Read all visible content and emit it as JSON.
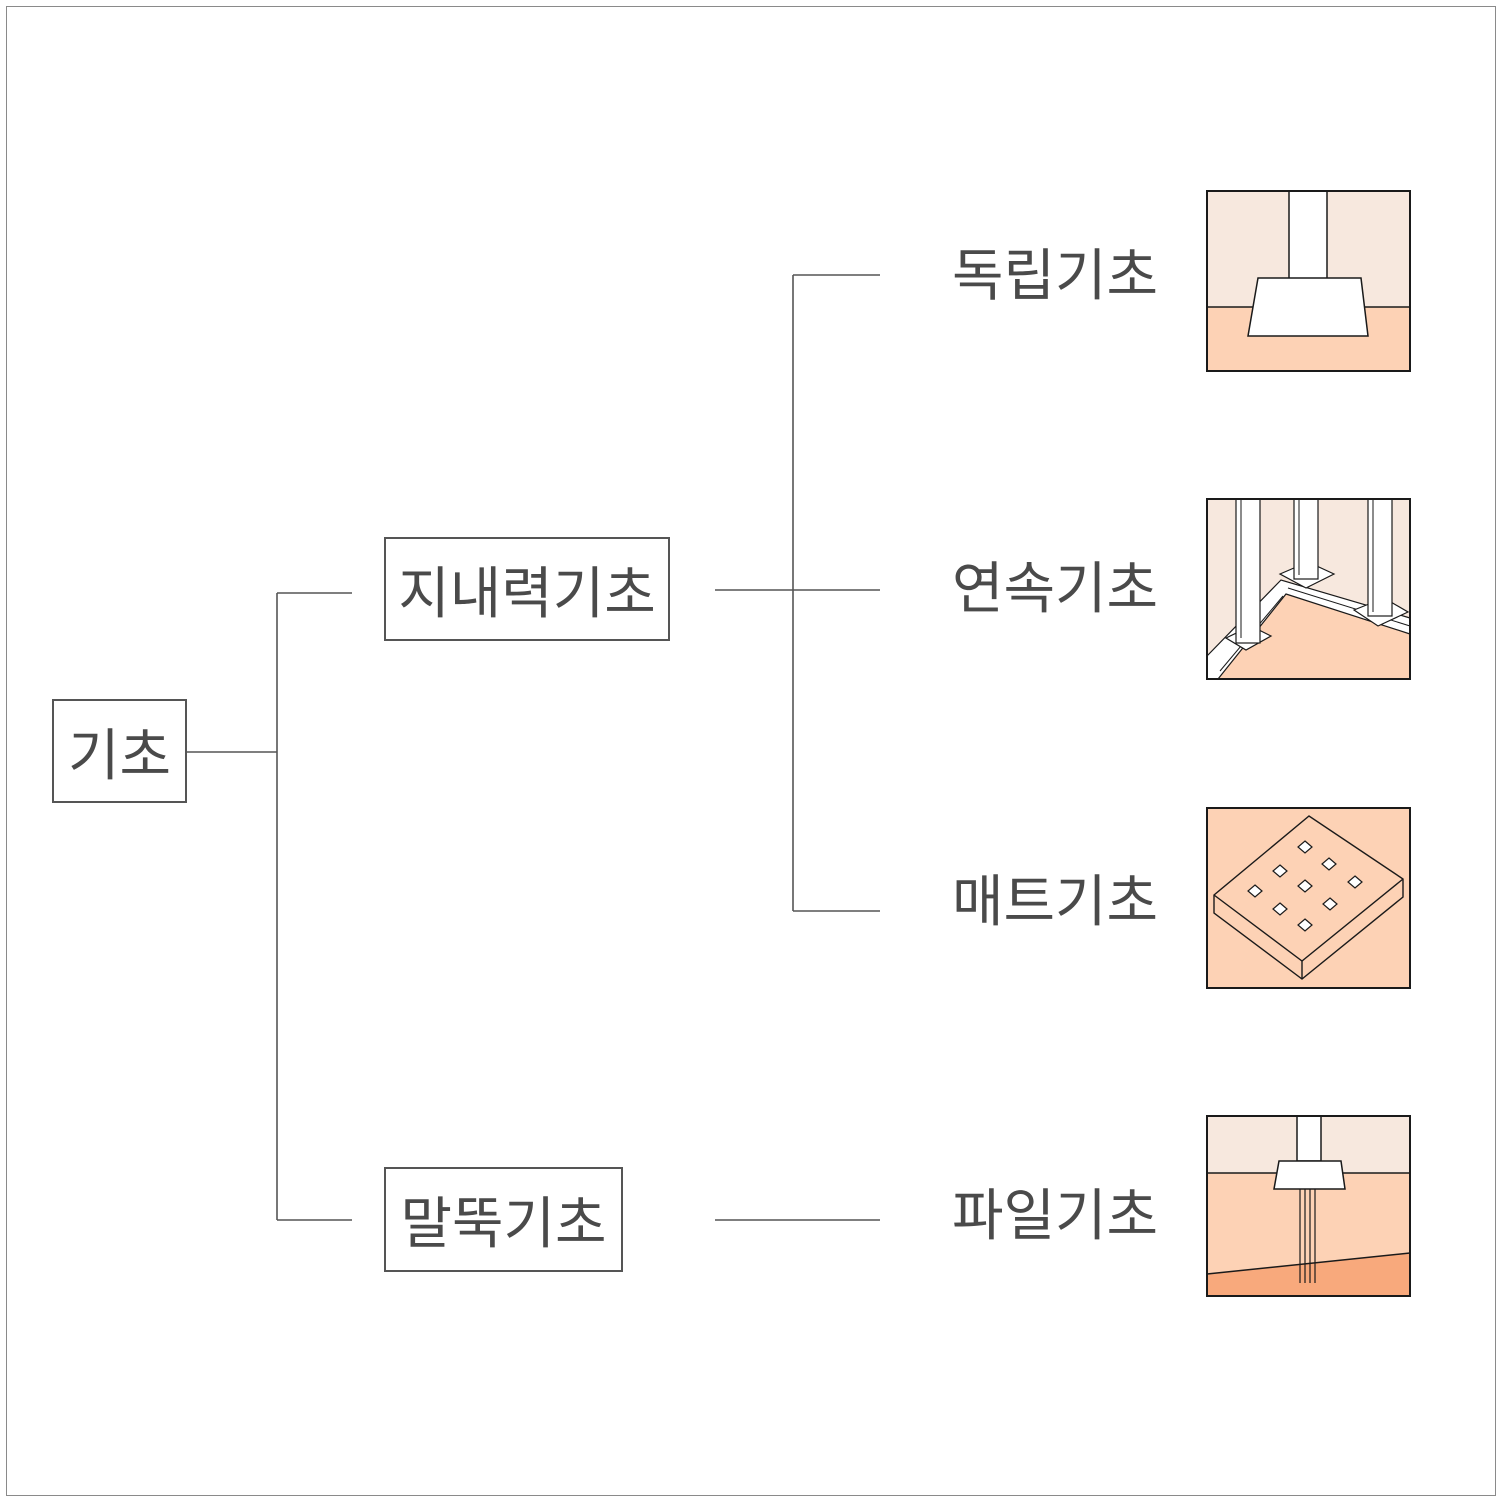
{
  "root": {
    "label": "기초"
  },
  "branches": [
    {
      "label": "지내력기초"
    },
    {
      "label": "말뚝기초"
    }
  ],
  "leaves": [
    {
      "label": "독립기초",
      "icon": "isolated-footing-illustration"
    },
    {
      "label": "연속기초",
      "icon": "continuous-footing-illustration"
    },
    {
      "label": "매트기초",
      "icon": "mat-footing-illustration"
    },
    {
      "label": "파일기초",
      "icon": "pile-foundation-illustration"
    }
  ],
  "colors": {
    "line": "#555555",
    "wall": "#f7e8de",
    "soil": "#fdd2b5",
    "deep_soil": "#f8a97c",
    "outline": "#1a1a1a"
  }
}
